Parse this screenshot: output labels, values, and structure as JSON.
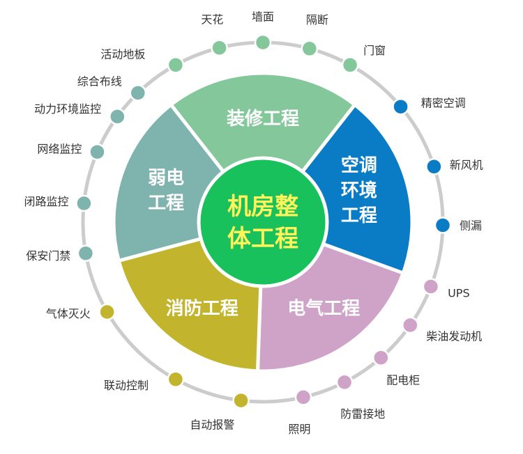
{
  "colors": {
    "ring": "#cccccc",
    "decoration": "#83c79a",
    "hvac": "#0a7cc6",
    "electrical": "#cfa2c8",
    "fire": "#c2b42c",
    "weak_current": "#7fb3ad",
    "center": "#18c15c",
    "center_text": "#fff45a"
  },
  "center": {
    "lines": [
      "机房整",
      "体工程"
    ]
  },
  "segments": [
    {
      "key": "decoration",
      "lines": [
        "装修工程"
      ]
    },
    {
      "key": "hvac",
      "lines": [
        "空调",
        "环境",
        "工程"
      ]
    },
    {
      "key": "electrical",
      "lines": [
        "电气工程"
      ]
    },
    {
      "key": "fire",
      "lines": [
        "消防工程"
      ]
    },
    {
      "key": "weak_current",
      "lines": [
        "弱电",
        "工程"
      ]
    }
  ],
  "items": [
    {
      "label": "天花",
      "group": "decoration"
    },
    {
      "label": "墙面",
      "group": "decoration"
    },
    {
      "label": "隔断",
      "group": "decoration"
    },
    {
      "label": "门窗",
      "group": "decoration"
    },
    {
      "label": "活动地板",
      "group": "decoration"
    },
    {
      "label": "精密空调",
      "group": "hvac"
    },
    {
      "label": "新风机",
      "group": "hvac"
    },
    {
      "label": "侧漏",
      "group": "hvac"
    },
    {
      "label": "UPS",
      "group": "electrical"
    },
    {
      "label": "柴油发动机",
      "group": "electrical"
    },
    {
      "label": "配电柜",
      "group": "electrical"
    },
    {
      "label": "防雷接地",
      "group": "electrical"
    },
    {
      "label": "照明",
      "group": "electrical"
    },
    {
      "label": "自动报警",
      "group": "fire"
    },
    {
      "label": "联动控制",
      "group": "fire"
    },
    {
      "label": "气体灭火",
      "group": "fire"
    },
    {
      "label": "保安门禁",
      "group": "weak_current"
    },
    {
      "label": "闭路监控",
      "group": "weak_current"
    },
    {
      "label": "网络监控",
      "group": "weak_current"
    },
    {
      "label": "动力环境监控",
      "group": "weak_current"
    },
    {
      "label": "综合布线",
      "group": "weak_current"
    }
  ]
}
